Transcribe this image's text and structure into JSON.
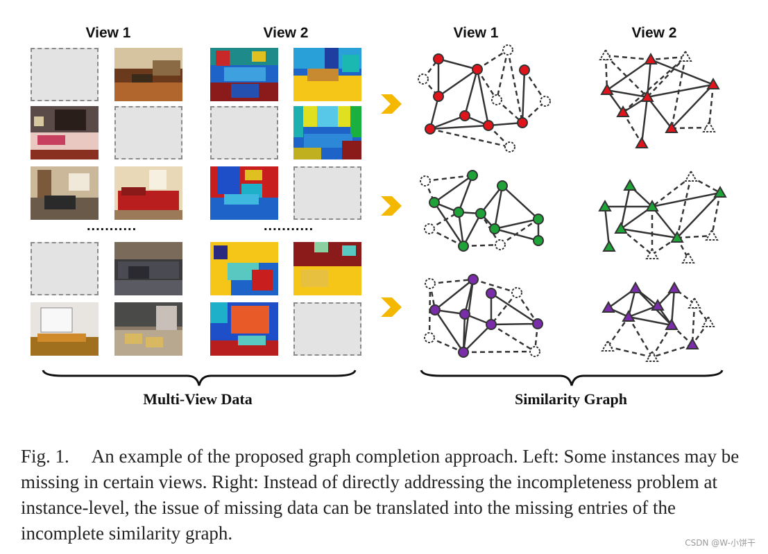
{
  "left": {
    "view1_title": "View 1",
    "view2_title": "View 2",
    "ellipsis": "...........",
    "brace_label": "Multi-View Data"
  },
  "right": {
    "view1_title": "View 1",
    "view2_title": "View 2",
    "brace_label": "Similarity Graph"
  },
  "graph_colors": {
    "row1": "#e0141b",
    "row2": "#1fa339",
    "row3": "#7a2da8",
    "arrow": "#f5b800"
  },
  "caption": {
    "fig_label": "Fig. 1.",
    "text": "An example of the proposed graph completion approach. Left: Some instances may be missing in certain views. Right: Instead of directly addressing the incompleteness problem at instance-level, the issue of missing data can be translated into the missing entries of the incomplete similarity graph."
  },
  "watermark": "CSDN @W-小饼干"
}
